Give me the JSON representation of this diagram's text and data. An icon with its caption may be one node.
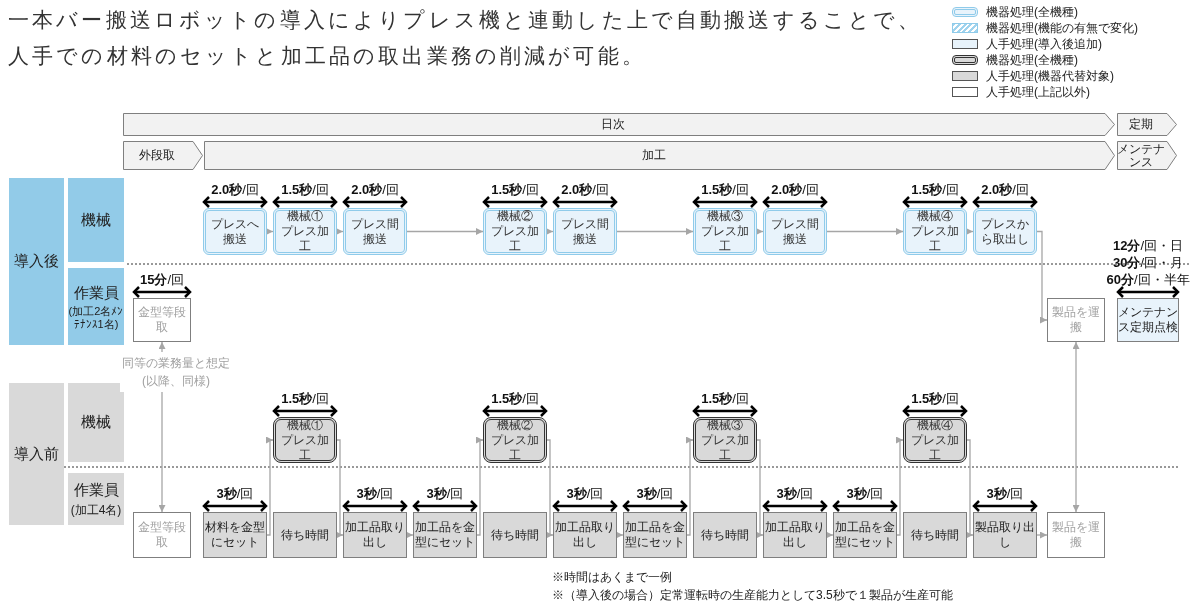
{
  "diagram": {
    "title": "一本バー搬送ロボットの導入によりプレス機と連動した上で自動搬送することで、人手での材料のセットと加工品の取出業務の削減が可能。",
    "nodes": [
      {
        "text": [
          "導入後"
        ]
      },
      {
        "text": [
          "機械"
        ]
      },
      {
        "text": [
          "作業員",
          "(加工2名ﾒﾝﾃﾅﾝｽ1名)"
        ]
      },
      {
        "text": [
          "導入前"
        ]
      },
      {
        "text": [
          "機械"
        ]
      },
      {
        "text": [
          "作業員",
          "(加工4名)"
        ]
      },
      {
        "text": [
          "日次"
        ]
      },
      {
        "text": [
          "定期"
        ]
      },
      {
        "text": [
          "外段取"
        ]
      },
      {
        "text": [
          "加工"
        ]
      },
      {
        "text": [
          "メンテナンス"
        ]
      },
      {
        "text": [
          "プレスへ搬送"
        ],
        "beside": [
          "**2.0秒**/回"
        ]
      },
      {
        "text": [
          "機械①",
          "プレス加工"
        ],
        "beside": [
          "**1.5秒**/回"
        ]
      },
      {
        "text": [
          "プレス間搬送"
        ],
        "beside": [
          "**2.0秒**/回"
        ]
      },
      {
        "text": [
          "機械②",
          "プレス加工"
        ],
        "beside": [
          "**1.5秒**/回"
        ]
      },
      {
        "text": [
          "プレス間搬送"
        ],
        "beside": [
          "**2.0秒**/回"
        ]
      },
      {
        "text": [
          "機械③",
          "プレス加工"
        ],
        "beside": [
          "**1.5秒**/回"
        ]
      },
      {
        "text": [
          "プレス間搬送"
        ],
        "beside": [
          "**2.0秒**/回"
        ]
      },
      {
        "text": [
          "機械④",
          "プレス加工"
        ],
        "beside": [
          "**1.5秒**/回"
        ]
      },
      {
        "text": [
          "プレスから取出し"
        ],
        "beside": [
          "**2.0秒**/回"
        ]
      },
      {
        "text": [
          "金型等段取"
        ],
        "beside": [
          "**15分**/回"
        ]
      },
      {
        "text": [
          "製品を運搬"
        ]
      },
      {
        "text": [
          "メンテナンス定期点検"
        ],
        "beside": [
          "**12分**/回・日",
          "**30分**/回・月",
          "**60分**/回・半年"
        ]
      },
      {
        "text": [
          "機械①",
          "プレス加工"
        ],
        "beside": [
          "**1.5秒**/回"
        ]
      },
      {
        "text": [
          "機械②",
          "プレス加工"
        ],
        "beside": [
          "**1.5秒**/回"
        ]
      },
      {
        "text": [
          "機械③",
          "プレス加工"
        ],
        "beside": [
          "**1.5秒**/回"
        ]
      },
      {
        "text": [
          "機械④",
          "プレス加工"
        ],
        "beside": [
          "**1.5秒**/回"
        ]
      },
      {
        "text": [
          "金型等段取"
        ]
      },
      {
        "text": [
          "材料を金型にセット"
        ],
        "beside": [
          "**3秒**/回"
        ]
      },
      {
        "text": [
          "待ち時間"
        ]
      },
      {
        "text": [
          "加工品取り出し"
        ],
        "beside": [
          "**3秒**/回"
        ]
      },
      {
        "text": [
          "加工品を金型にセット"
        ],
        "beside": [
          "**3秒**/回"
        ]
      },
      {
        "text": [
          "待ち時間"
        ]
      },
      {
        "text": [
          "加工品取り出し"
        ],
        "beside": [
          "**3秒**/回"
        ]
      },
      {
        "text": [
          "加工品を金型にセット"
        ],
        "beside": [
          "**3秒**/回"
        ]
      },
      {
        "text": [
          "待ち時間"
        ]
      },
      {
        "text": [
          "加工品取り出し"
        ],
        "beside": [
          "**3秒**/回"
        ]
      },
      {
        "text": [
          "加工品を金型にセット"
        ],
        "beside": [
          "**3秒**/回"
        ]
      },
      {
        "text": [
          "待ち時間"
        ]
      },
      {
        "text": [
          "製品取り出し"
        ],
        "beside": [
          "**3秒**/回"
        ]
      },
      {
        "text": [
          "製品を運搬"
        ]
      },
      {
        "text": [
          "同等の業務量と想定(以降、同様)"
        ]
      }
    ],
    "edges": [
      {
        "from": 11,
        "to": 12,
        "arrow": "to"
      },
      {
        "from": 12,
        "to": 13,
        "arrow": "to"
      },
      {
        "from": 13,
        "to": 14,
        "arrow": "to"
      },
      {
        "from": 14,
        "to": 15,
        "arrow": "to"
      },
      {
        "from": 15,
        "to": 16,
        "arrow": "to"
      },
      {
        "from": 16,
        "to": 17,
        "arrow": "to"
      },
      {
        "from": 17,
        "to": 18,
        "arrow": "to"
      },
      {
        "from": 18,
        "to": 19,
        "arrow": "to"
      },
      {
        "from": 19,
        "to": 21,
        "arrow": "to"
      },
      {
        "from": 41,
        "to": 20,
        "arrow": "to"
      },
      {
        "from": 41,
        "to": 27,
        "arrow": "to"
      },
      {
        "from": 40,
        "to": 21,
        "arrow": "both"
      },
      {
        "from": 28,
        "to": 23,
        "arrow": "to"
      },
      {
        "from": 23,
        "to": 30,
        "arrow": "to"
      },
      {
        "from": 30,
        "to": 31,
        "arrow": "to"
      },
      {
        "from": 31,
        "to": 24,
        "arrow": "to"
      },
      {
        "from": 24,
        "to": 33,
        "arrow": "to"
      },
      {
        "from": 33,
        "to": 34,
        "arrow": "to"
      },
      {
        "from": 34,
        "to": 25,
        "arrow": "to"
      },
      {
        "from": 25,
        "to": 36,
        "arrow": "to"
      },
      {
        "from": 36,
        "to": 37,
        "arrow": "to"
      },
      {
        "from": 37,
        "to": 26,
        "arrow": "to"
      },
      {
        "from": 26,
        "to": 39,
        "arrow": "to"
      },
      {
        "from": 39,
        "to": 40,
        "arrow": "to"
      }
    ],
    "labels": [
      "※時間はあくまで一例",
      "※（導入後の場合）定常運転時の生産能力として3.5秒で１製品が生産可能"
    ],
    "legend": [
      {
        "text": "機器処理(全機種)"
      },
      {
        "text": "機器処理(機能の有無で変化)"
      },
      {
        "text": "人手処理(導入後追加)",
        "color": "#e8f3fb"
      },
      {
        "text": "機器処理(全機種)"
      },
      {
        "text": "人手処理(機器代替対象)",
        "color": "#d9d9d9"
      },
      {
        "text": "人手処理(上記以外)",
        "color": "#ffffff"
      }
    ]
  }
}
